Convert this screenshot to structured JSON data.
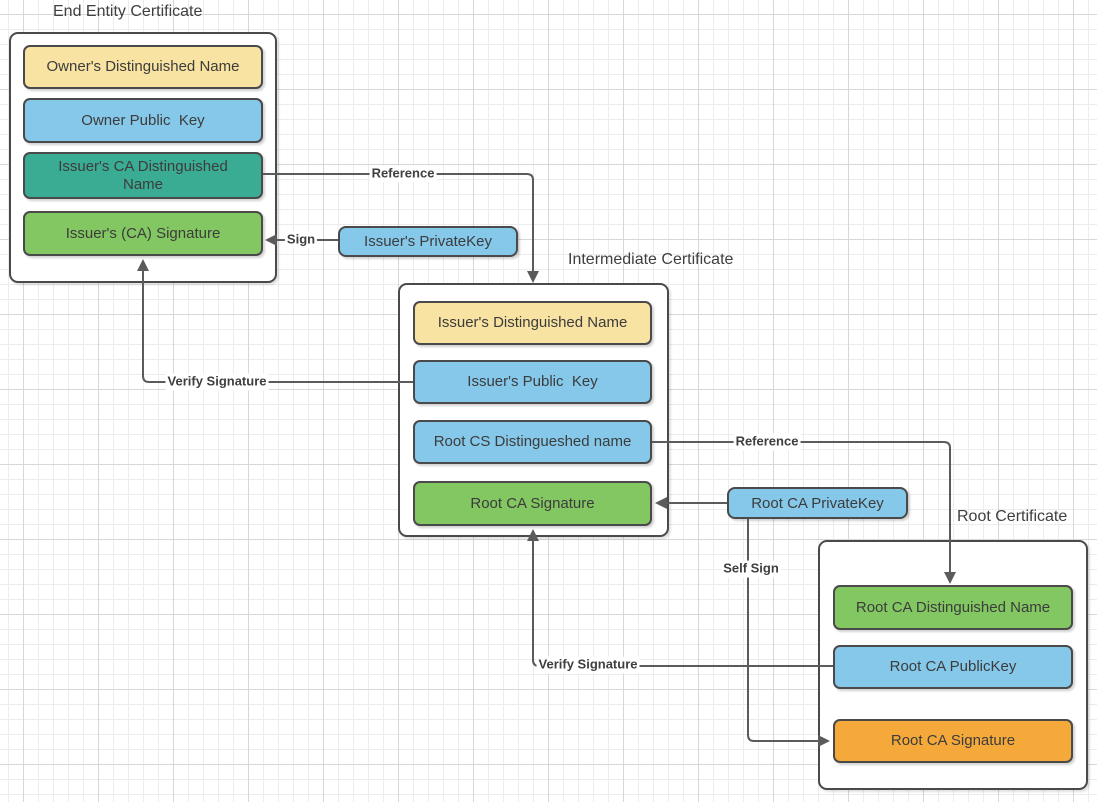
{
  "diagram": {
    "groups": [
      {
        "title": "End Entity Certificate",
        "fields": [
          {
            "label": "Owner's Distinguished Name",
            "fill": "#F8E3A2"
          },
          {
            "label": "Owner Public  Key",
            "fill": "#85C8EA"
          },
          {
            "label": "Issuer's CA Distinguished Name",
            "fill": "#3BAC94"
          },
          {
            "label": "Issuer's (CA) Signature",
            "fill": "#82C762"
          }
        ]
      },
      {
        "title": "Intermediate Certificate",
        "fields": [
          {
            "label": "Issuer's Distinguished Name",
            "fill": "#F8E3A2"
          },
          {
            "label": "Issuer's Public  Key",
            "fill": "#85C8EA"
          },
          {
            "label": "Root CS Distingueshed name",
            "fill": "#85C8EA"
          },
          {
            "label": "Root CA Signature",
            "fill": "#82C762"
          }
        ]
      },
      {
        "title": "Root Certificate",
        "fields": [
          {
            "label": "Root CA Distinguished Name",
            "fill": "#82C762"
          },
          {
            "label": "Root CA PublicKey",
            "fill": "#85C8EA"
          },
          {
            "label": "Root CA Signature",
            "fill": "#F5A93B"
          }
        ]
      }
    ],
    "keys": [
      {
        "label": "Issuer's PrivateKey",
        "fill": "#85C8EA"
      },
      {
        "label": "Root CA PrivateKey",
        "fill": "#85C8EA"
      }
    ],
    "edges": {
      "sign": "Sign",
      "reference1": "Reference",
      "verify1": "Verify Signature",
      "reference2": "Reference",
      "self_sign": "Self Sign",
      "verify2": "Verify Signature"
    },
    "palette": {
      "yellow": "#F8E3A2",
      "blue": "#85C8EA",
      "teal": "#3BAC94",
      "green": "#82C762",
      "orange": "#F5A93B",
      "line": "#5B5B5B",
      "border": "#4A4A4A",
      "text": "#3C3C3C",
      "background": "#FFFFFF",
      "grid_minor": "#ECECEC",
      "grid_major": "#D7D7D7"
    }
  }
}
